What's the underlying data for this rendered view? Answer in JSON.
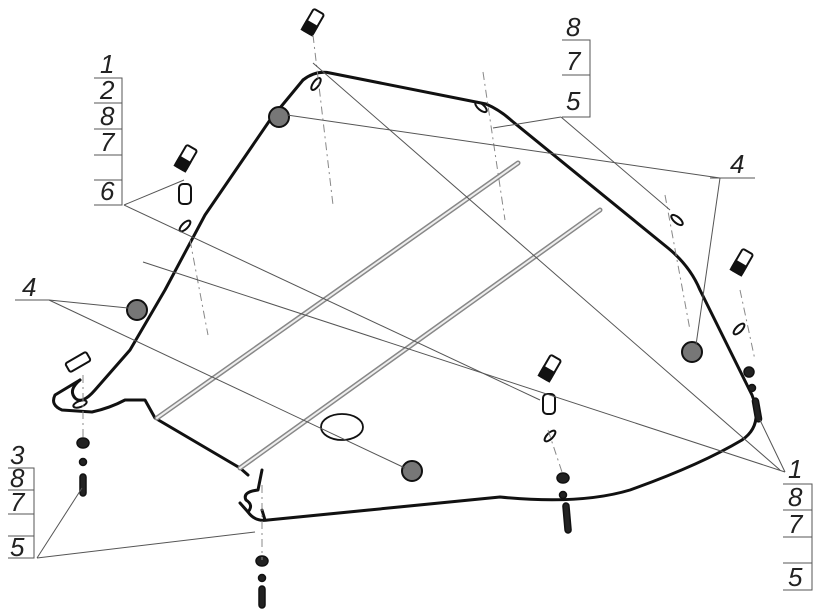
{
  "callouts": {
    "top_left": [
      "1",
      "2",
      "8",
      "7",
      "6"
    ],
    "top_right": [
      "8",
      "7",
      "5"
    ],
    "right_mid": "4",
    "left_mid": "4",
    "bottom_left": [
      "3",
      "8",
      "7",
      "5"
    ],
    "bottom_right": [
      "1",
      "8",
      "7",
      "5"
    ]
  }
}
